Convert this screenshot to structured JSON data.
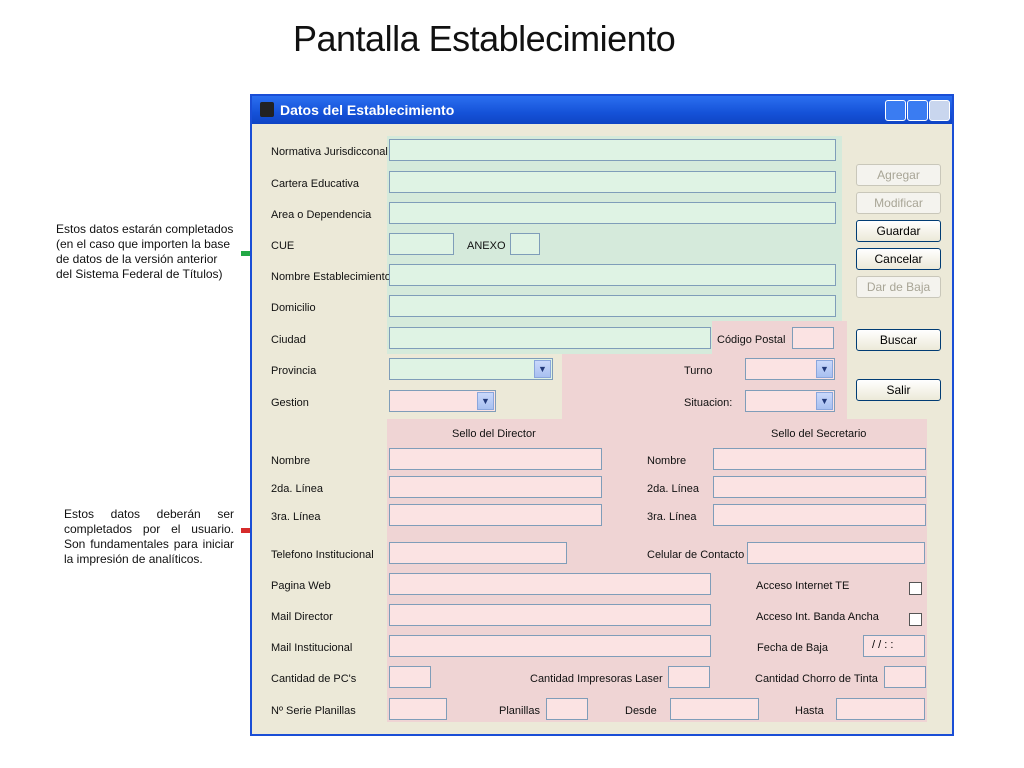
{
  "slide": {
    "title": "Pantalla Establecimiento",
    "note_green": "Estos datos estarán completados (en el caso que importen la base de datos de la versión anterior del Sistema Federal de Títulos)",
    "note_red": "Estos datos deberán ser completados por el usuario. Son fundamentales para iniciar la impresión de analíticos.",
    "colors": {
      "green_marker": "#22a845",
      "red_marker": "#d62b2b",
      "green_zone": "#d5eadb",
      "pink_zone": "#efd4d4"
    }
  },
  "window": {
    "title": "Datos del Establecimiento",
    "icon": "book-icon"
  },
  "labels": {
    "normativa": "Normativa Jurisdicconal",
    "cartera": "Cartera Educativa",
    "area": "Area o Dependencia",
    "cue": "CUE",
    "anexo": "ANEXO",
    "nombre_est": "Nombre Establecimiento",
    "domicilio": "Domicilio",
    "ciudad": "Ciudad",
    "codigo_postal": "Código Postal",
    "provincia": "Provincia",
    "turno": "Turno",
    "gestion": "Gestion",
    "situacion": "Situacion:",
    "sello_director": "Sello del Director",
    "sello_secretario": "Sello del  Secretario",
    "nombre": "Nombre",
    "linea2": "2da. Línea",
    "linea3": "3ra. Línea",
    "telefono": "Telefono Institucional",
    "celular": "Celular de Contacto",
    "pagina_web": "Pagina Web",
    "acceso_internet": "Acceso Internet TE",
    "mail_director": "Mail Director",
    "acceso_banda": "Acceso Int. Banda Ancha",
    "mail_inst": "Mail Institucional",
    "fecha_baja": "Fecha de Baja",
    "fecha_baja_value": "/ /   : :",
    "cant_pc": "Cantidad de PC's",
    "cant_laser": "Cantidad Impresoras Laser",
    "cant_chorro": "Cantidad Chorro de Tinta",
    "nro_serie": "Nº Serie Planillas",
    "planillas": "Planillas",
    "desde": "Desde",
    "hasta": "Hasta"
  },
  "buttons": {
    "agregar": "Agregar",
    "modificar": "Modificar",
    "guardar": "Guardar",
    "cancelar": "Cancelar",
    "dar_baja": "Dar de Baja",
    "buscar": "Buscar",
    "salir": "Salir"
  }
}
